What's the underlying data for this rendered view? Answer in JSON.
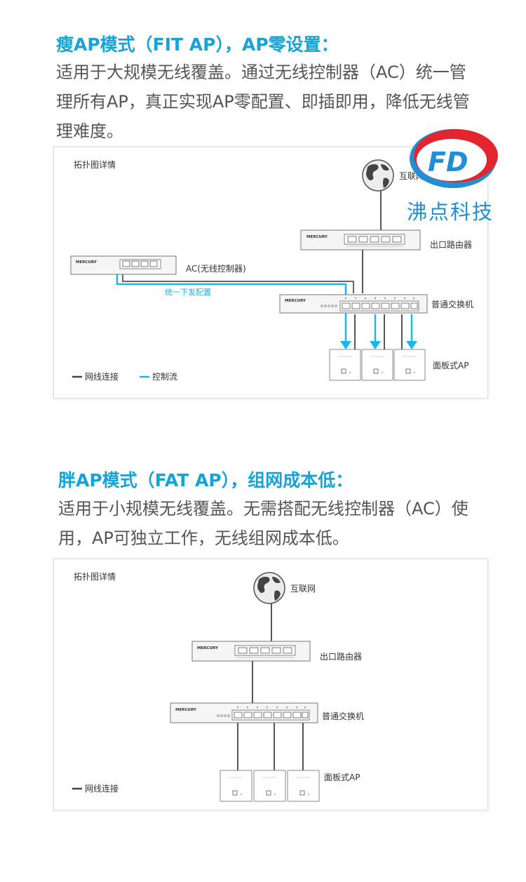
{
  "fit": {
    "heading": "瘦AP模式（FIT AP），AP零设置：",
    "lines": [
      "适用于大规模无线覆盖。通过无线控制器（AC）统一管",
      "理所有AP，真正实现AP零配置、即插即用，降低无线管",
      "理难度。"
    ],
    "diagram": {
      "title": "拓扑图详情",
      "internet": "互联网",
      "router": "出口路由器",
      "ac": "AC(无线控制器)",
      "switch": "普通交换机",
      "ap": "面板式AP",
      "control_label": "统一下发配置",
      "legend_wire": "网线连接",
      "legend_control": "控制流",
      "brand": "MERCURY"
    }
  },
  "fat": {
    "heading": "胖AP模式（FAT AP），组网成本低：",
    "lines": [
      "适用于小规模无线覆盖。无需搭配无线控制器（AC）使",
      "用，AP可独立工作，无线组网成本低。"
    ],
    "diagram": {
      "title": "拓扑图详情",
      "internet": "互联网",
      "router": "出口路由器",
      "switch": "普通交换机",
      "ap": "面板式AP",
      "legend_wire": "网线连接",
      "brand": "MERCURY"
    }
  },
  "logo": {
    "text": "沸点科技",
    "letters": "FD"
  },
  "colors": {
    "accent": "#16a4d8",
    "control_flow": "#19b6ef",
    "body_text": "#555555",
    "logo_red": "#e3262e",
    "logo_blue": "#1f8fd6"
  }
}
